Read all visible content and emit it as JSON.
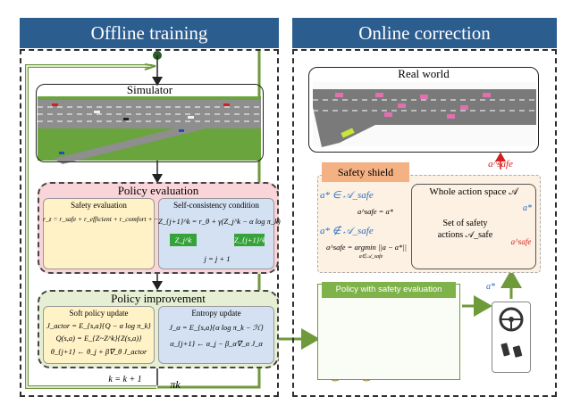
{
  "headers": {
    "offline": "Offline training",
    "online": "Online correction"
  },
  "simulator": {
    "title": "Simulator"
  },
  "policy_eval": {
    "title": "Policy evaluation",
    "safety_eval": {
      "title": "Safety evaluation",
      "reward_eq": "r_z = r_safe + r_efficient + r_comfort + ···"
    },
    "self_consistency": {
      "title": "Self-consistency condition",
      "eq": "Z_{j+1}^k = r_θ + γ(Z_j^k − α log π_k)",
      "z_left": "Z_j^k",
      "z_right": "Z_{j+1}^k",
      "iter": "j = j + 1"
    }
  },
  "policy_improvement": {
    "title": "Policy improvement",
    "soft": {
      "title": "Soft policy update",
      "eq1": "J_actor = E_{s,a}{Q − α log π_k}",
      "eq2": "Q(s,a) = E_{Z~Z^k}{Z(s,a)}",
      "eq3": "θ_{j+1} ← θ_j + β∇_θ J_actor"
    },
    "entropy": {
      "title": "Entropy update",
      "eq1": "J_α = E_{s,a}{α log π_k − ℋ}",
      "eq2": "α_{j+1} ← α_j − β_α∇_α J_α"
    }
  },
  "loop": {
    "k_update": "k = k + 1",
    "pi_k": "πk"
  },
  "online": {
    "real_world": "Real world",
    "a_safe_top": "a^safe",
    "safety_shield": "Safety shield",
    "cond1": "a* ∈ 𝒜_safe",
    "res1": "a^safe = a*",
    "cond2": "a* ∉ 𝒜_safe",
    "res2": "a^safe = argmin ||a − a*||",
    "res2_sub": "a∈𝒜_safe",
    "action_space": "Whole action space 𝒜",
    "safe_set_1": "Set of safety",
    "safe_set_2": "actions 𝒜_safe",
    "a_star": "a*",
    "a_safe_pt": "a^safe",
    "policy_label": "Policy with safety evaluation",
    "a_star_out": "a*"
  },
  "colors": {
    "header": "#2b5d8f",
    "pink": "#f9d4d9",
    "green_panel": "#e6efd3",
    "yellow": "#fff2c6",
    "blue": "#d3e1f2",
    "arrow_green": "#6e9a3a",
    "red": "#d62020"
  },
  "icons": [
    "steering-wheel-icon",
    "pedals-icon",
    "check-icon",
    "cross-icon"
  ]
}
